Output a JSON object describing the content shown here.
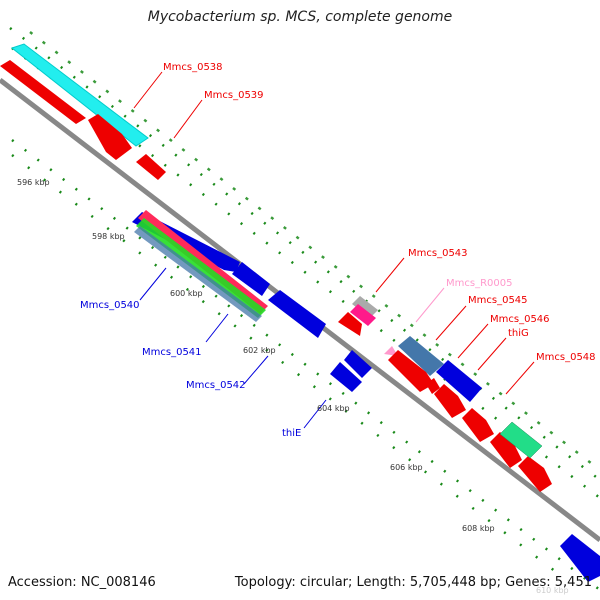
{
  "title": "Mycobacterium sp. MCS, complete genome",
  "footer": {
    "accession": "Accession: NC_008146",
    "topology": "Topology: circular; Length: 5,705,448 bp; Genes: 5,451"
  },
  "ticks": [
    "596 kbp",
    "598 kbp",
    "600 kbp",
    "602 kbp",
    "604 kbp",
    "606 kbp",
    "608 kbp",
    "610 kbp"
  ],
  "gene_labels": {
    "mmcs_0538": "Mmcs_0538",
    "mmcs_0539": "Mmcs_0539",
    "mmcs_0540": "Mmcs_0540",
    "mmcs_0541": "Mmcs_0541",
    "mmcs_0542": "Mmcs_0542",
    "thiE": "thiE",
    "mmcs_0543": "Mmcs_0543",
    "mmcs_r0005": "Mmcs_R0005",
    "mmcs_0545": "Mmcs_0545",
    "mmcs_0546": "Mmcs_0546",
    "thiG": "thiG",
    "mmcs_0548": "Mmcs_0548"
  },
  "colors": {
    "forward_gene": "#ee0000",
    "reverse_gene": "#0000dd",
    "homology_cyan": "#22eeee",
    "backbone": "#888888",
    "tick_marks": "#228822",
    "rna_gene": "#ff88cc",
    "steel_blue": "#4477aa",
    "green_feature": "#22dd88"
  }
}
